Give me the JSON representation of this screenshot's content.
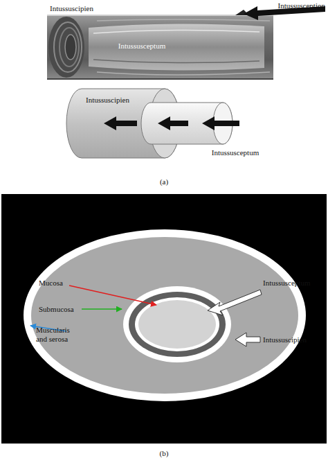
{
  "diagram": {
    "labels": [
      "Intussuscipien",
      "Intussusception",
      "Intussusceptum",
      "Intussuscipien",
      "Intussusceptum",
      "(a)",
      "Mucosa",
      "Submucosa",
      "Muscularis and serosa",
      "Intussusceptum",
      "Intussuscipien",
      "(b)"
    ]
  }
}
